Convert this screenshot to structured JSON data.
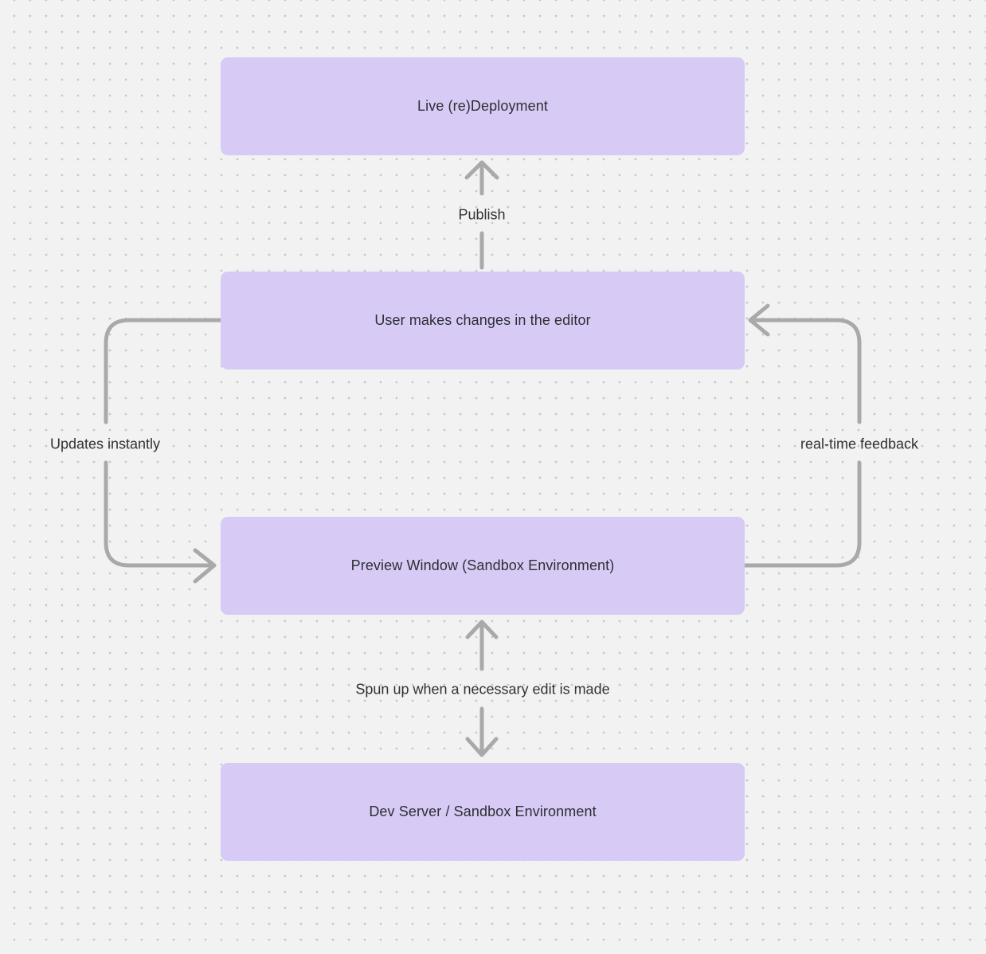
{
  "diagram": {
    "nodes": [
      {
        "id": "live-deployment",
        "label": "Live (re)Deployment"
      },
      {
        "id": "editor",
        "label": "User makes changes in the editor"
      },
      {
        "id": "preview",
        "label": "Preview Window (Sandbox Environment)"
      },
      {
        "id": "dev-server",
        "label": "Dev Server / Sandbox Environment"
      }
    ],
    "edges": [
      {
        "id": "publish",
        "from": "editor",
        "to": "live-deployment",
        "label": "Publish",
        "style": "straight-up"
      },
      {
        "id": "updates-instantly",
        "from": "editor",
        "to": "preview",
        "label": "Updates instantly",
        "style": "left-loop-down"
      },
      {
        "id": "real-time-feedback",
        "from": "preview",
        "to": "editor",
        "label": "real-time feedback",
        "style": "right-loop-up"
      },
      {
        "id": "spun-up",
        "from": "dev-server",
        "to": "preview",
        "label": "Spun up when a necessary edit is made",
        "style": "bidirectional-vertical"
      }
    ],
    "colors": {
      "background": "#f2f2f2",
      "dot": "#c7c7c7",
      "node_fill": "#d7cbf6",
      "node_text": "#2e2e33",
      "arrow": "#a9a9a9",
      "label_text": "#323237"
    }
  }
}
